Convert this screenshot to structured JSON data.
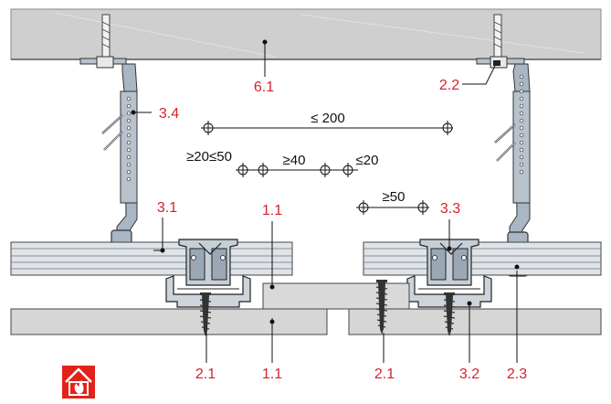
{
  "colors": {
    "callout_red": "#d2232a",
    "ceiling_grey": "#cfcfcf",
    "board_grey": "#d6d6d6",
    "metal_blue": "#9aa8b6",
    "fire_red": "#e2231a"
  },
  "callouts": {
    "c61": "6.1",
    "c22": "2.2",
    "c34": "3.4",
    "c31": "3.1",
    "c11_top": "1.1",
    "c33": "3.3",
    "c21_left": "2.1",
    "c11_bottom": "1.1",
    "c21_right": "2.1",
    "c32": "3.2",
    "c23": "2.3"
  },
  "dimensions": {
    "d200": "≤ 200",
    "d20_50": "≥20≤50",
    "d40": "≥40",
    "d20": "≤20",
    "d50": "≥50"
  },
  "icons": {
    "fire": "fire-protection-icon"
  }
}
